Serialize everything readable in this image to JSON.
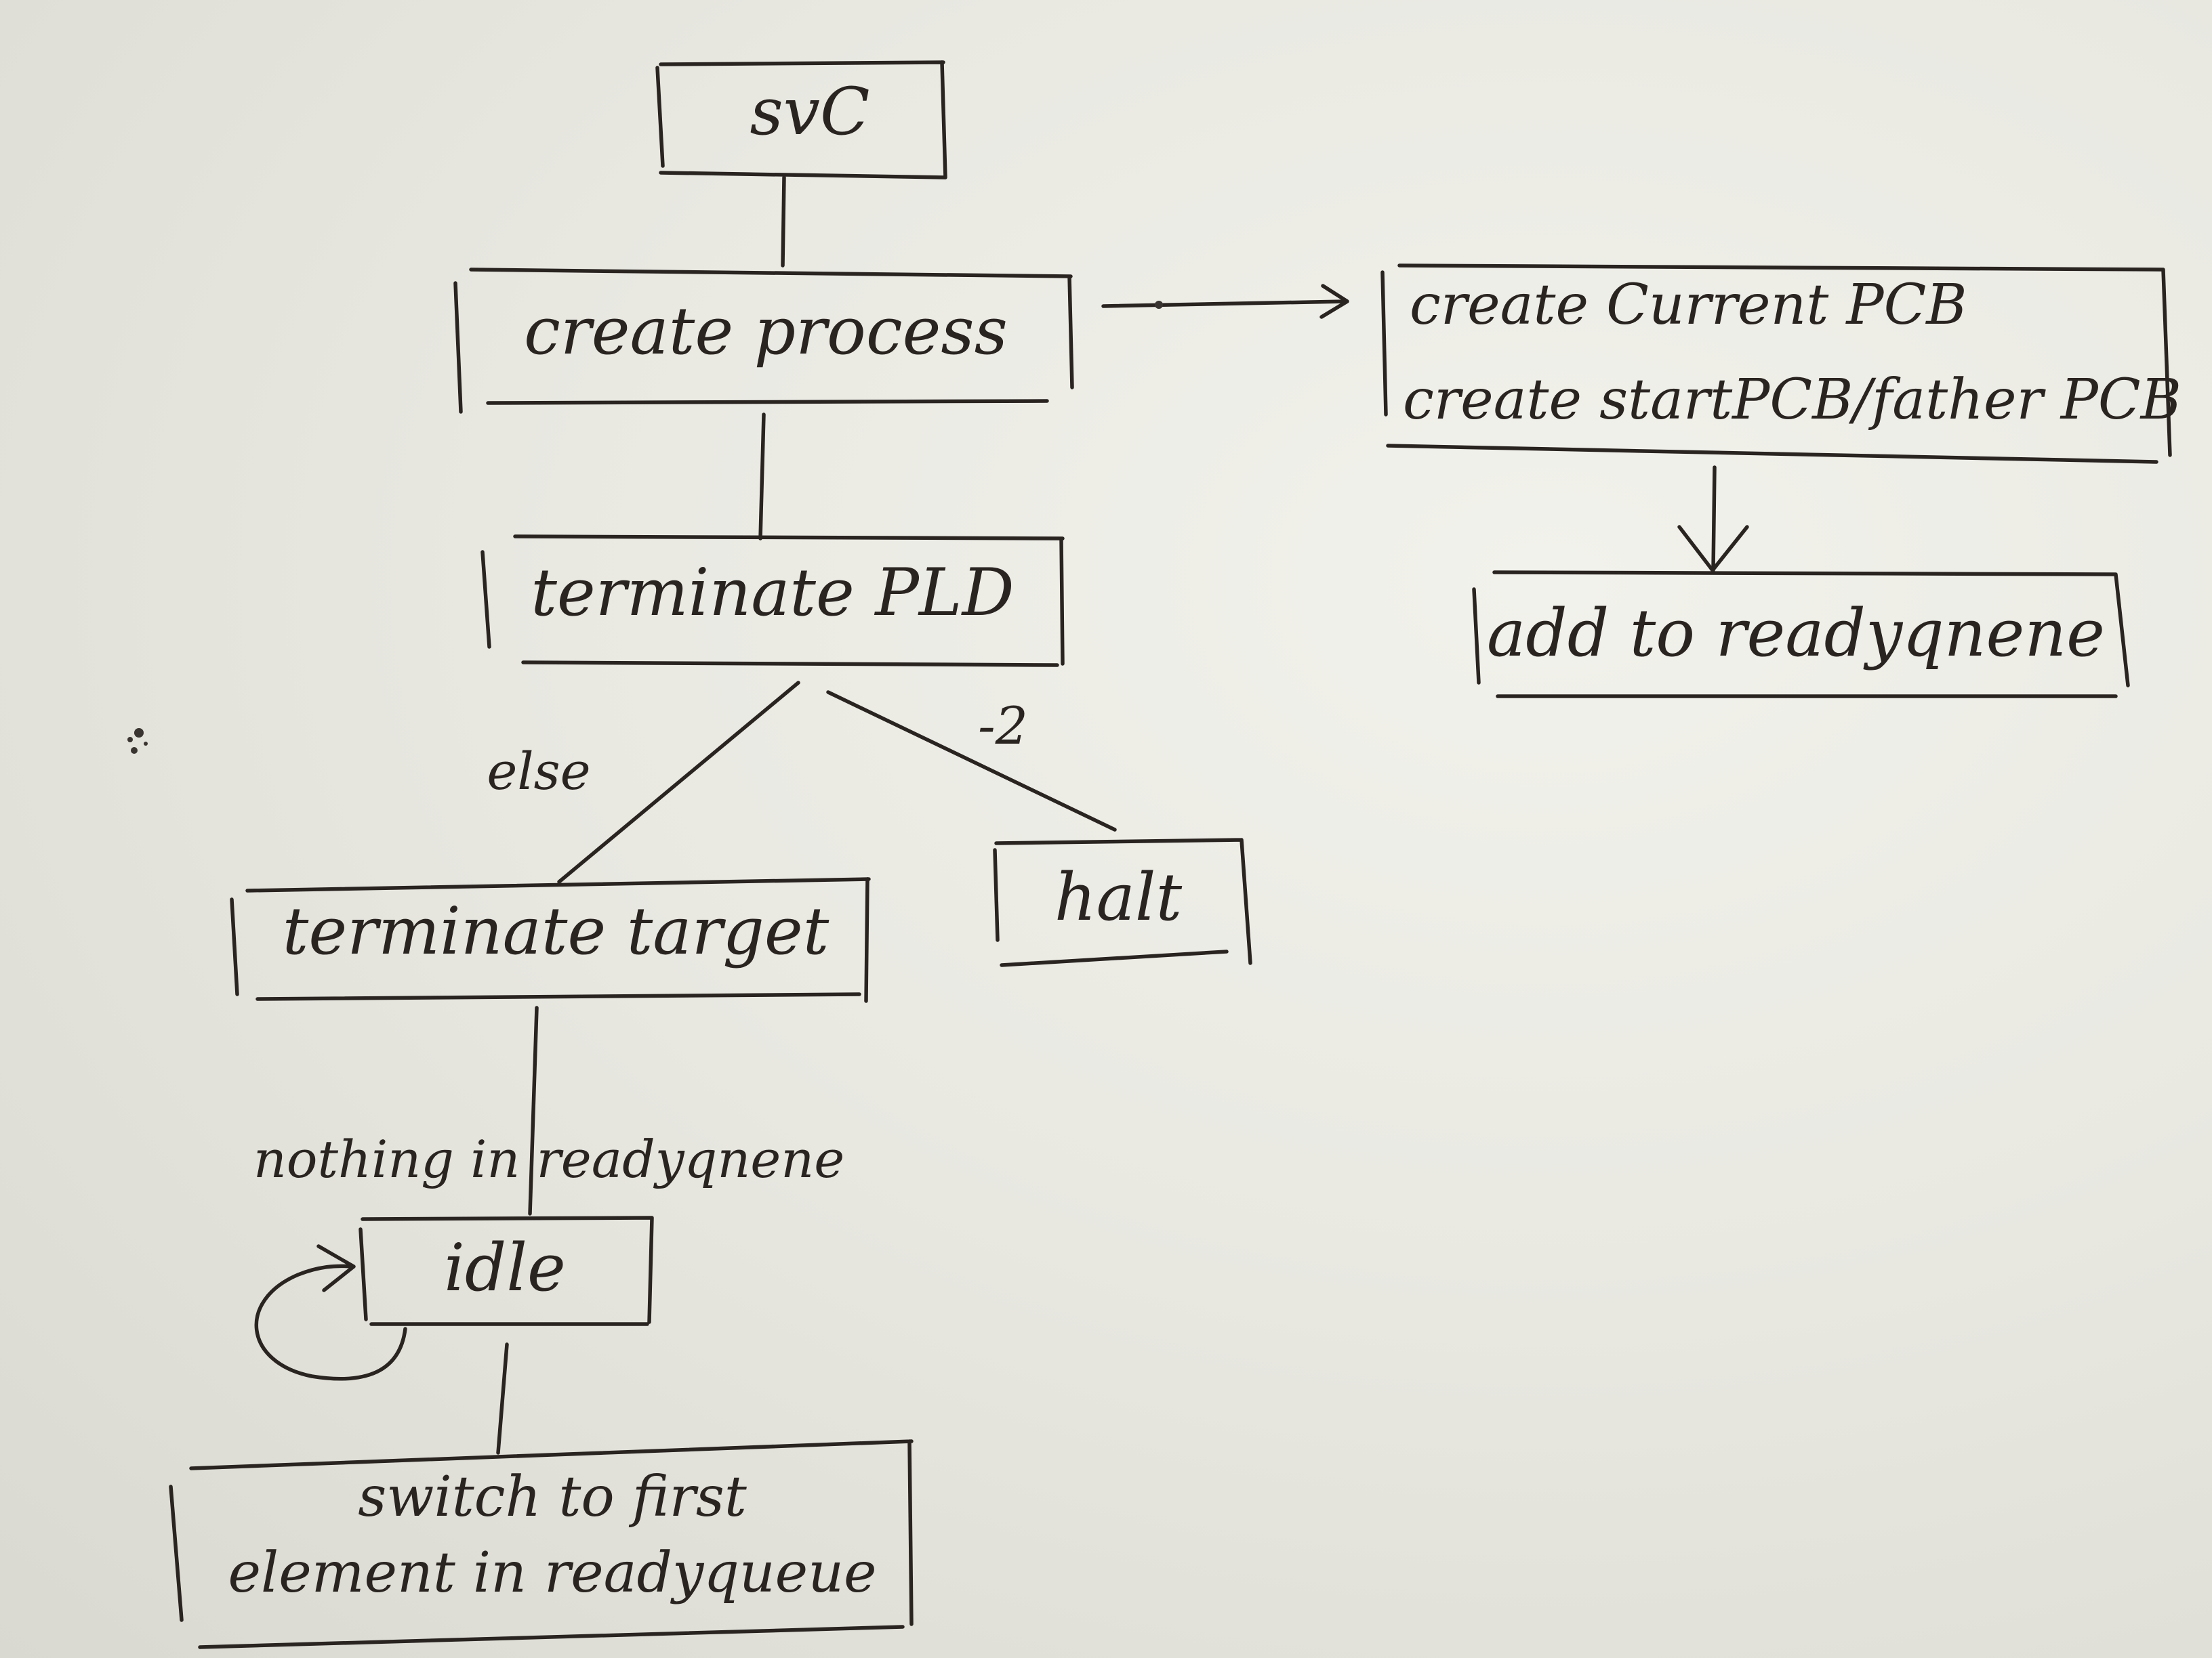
{
  "nodes": {
    "svc": "svC",
    "create_process": "create process",
    "create_pcb_line1": "create Current PCB",
    "create_pcb_line2": "create startPCB/father PCB",
    "add_ready": "add to readyqnene",
    "terminate_pld": "terminate PLD",
    "terminate_target": "terminate target",
    "halt": "halt",
    "idle": "idle",
    "switch_line1": "switch to first",
    "switch_line2": "element in readyqueue"
  },
  "edge_labels": {
    "else": "else",
    "minus_two": "-2",
    "nothing_in_readyqueue": "nothing in readyqnene"
  },
  "colors": {
    "ink": "#2a2421",
    "paper": "#ececE6"
  }
}
